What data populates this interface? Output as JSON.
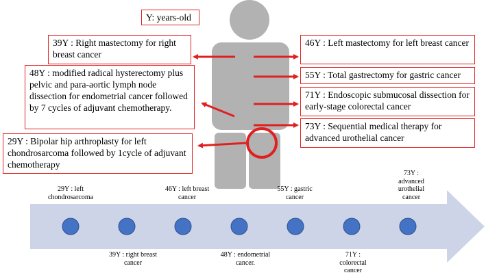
{
  "legend": "Y:  years-old",
  "events_left": [
    {
      "text": "39Y : Right mastectomy for right breast cancer"
    },
    {
      "text": "48Y : modified radical hysterectomy plus pelvic and para-aortic lymph node dissection for endometrial cancer followed by 7 cycles of adjuvant chemotherapy."
    },
    {
      "text": "29Y : Bipolar hip arthroplasty for  left chondrosarcoma followed by 1cycle of adjuvant chemotherapy"
    }
  ],
  "events_right": [
    {
      "text": "46Y : Left mastectomy for left breast cancer"
    },
    {
      "text": "55Y : Total gastrectomy for gastric cancer"
    },
    {
      "text": "71Y : Endoscopic submucosal dissection for early-stage colorectal cancer"
    },
    {
      "text": "73Y : Sequential medical therapy for advanced urothelial cancer"
    }
  ],
  "timeline": [
    {
      "label": "29Y : left chondrosarcoma",
      "position": "above"
    },
    {
      "label": "39Y : right breast cancer",
      "position": "below"
    },
    {
      "label": "46Y : left breast cancer",
      "position": "above"
    },
    {
      "label": "48Y : endometrial cancer.",
      "position": "below"
    },
    {
      "label": "55Y : gastric cancer",
      "position": "above"
    },
    {
      "label": "71Y : colorectal cancer",
      "position": "below"
    },
    {
      "label": "73Y : advanced urothelial cancer",
      "position": "above"
    }
  ],
  "colors": {
    "accent": "#e02020",
    "figure": "#b2b2b2",
    "arrow": "#cdd4e8",
    "dot": "#4472c4"
  }
}
